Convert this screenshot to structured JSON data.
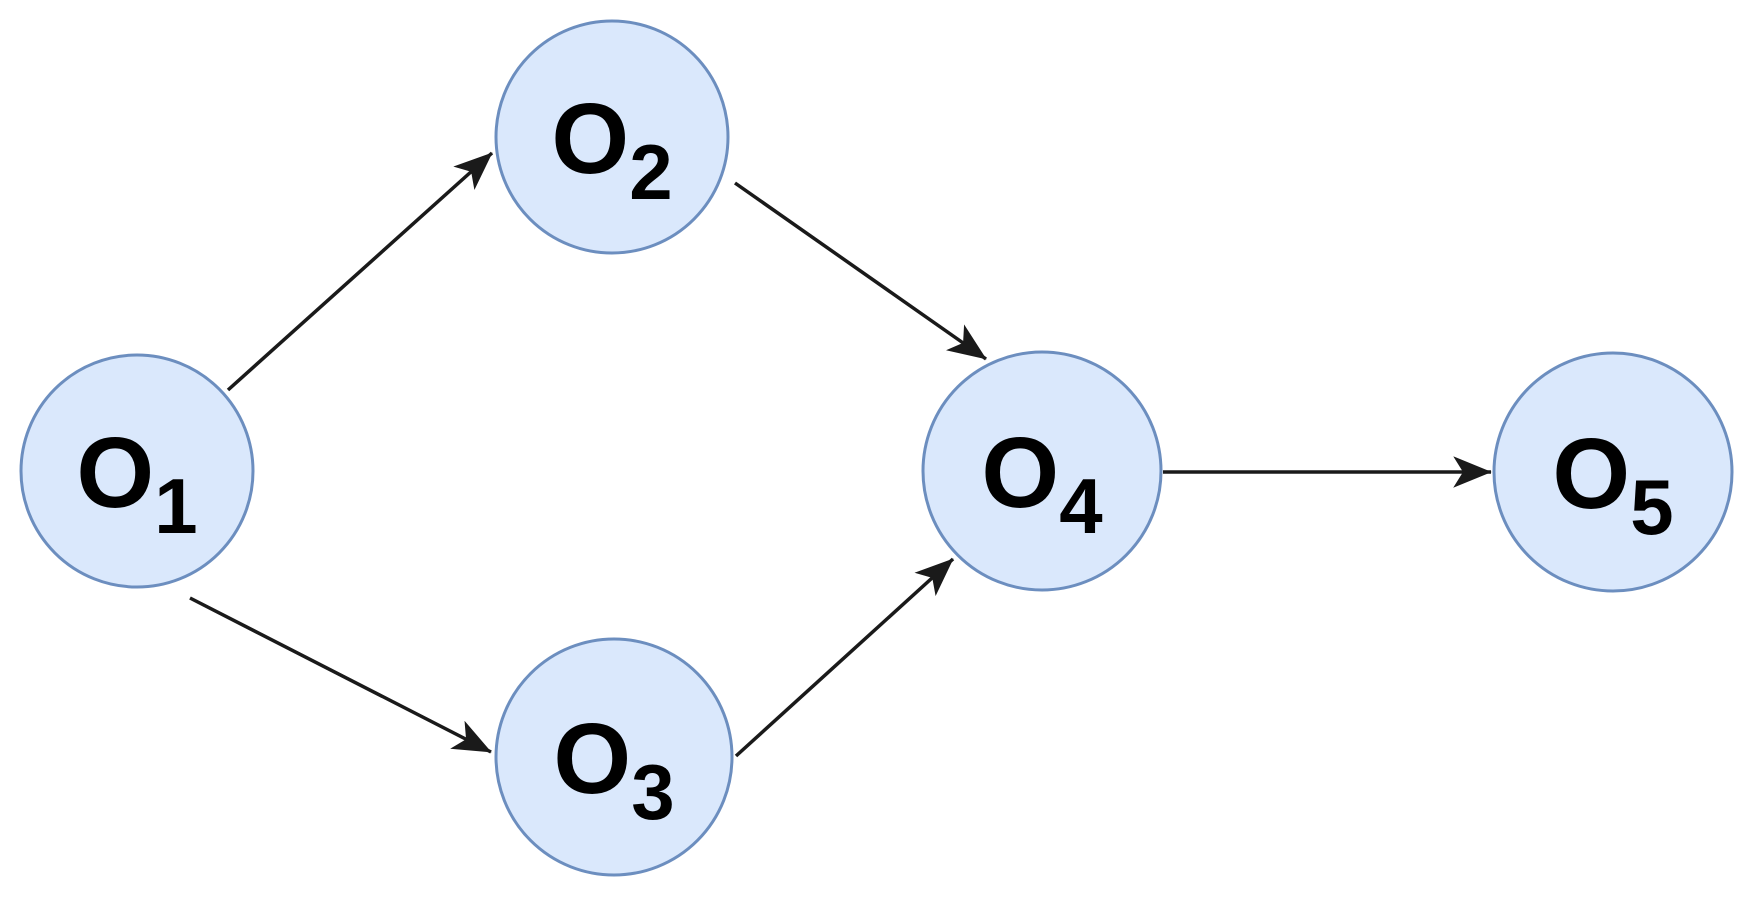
{
  "diagram": {
    "type": "directed-graph",
    "background_color": "#ffffff",
    "node_fill_color": "#dae8fc",
    "node_stroke_color": "#6c8ebf",
    "edge_color": "#1a1a1a",
    "label_color": "#000000",
    "nodes": [
      {
        "id": "O1",
        "label_base": "O",
        "label_sub": "1"
      },
      {
        "id": "O2",
        "label_base": "O",
        "label_sub": "2"
      },
      {
        "id": "O3",
        "label_base": "O",
        "label_sub": "3"
      },
      {
        "id": "O4",
        "label_base": "O",
        "label_sub": "4"
      },
      {
        "id": "O5",
        "label_base": "O",
        "label_sub": "5"
      }
    ],
    "edges": [
      {
        "from": "O1",
        "to": "O2"
      },
      {
        "from": "O1",
        "to": "O3"
      },
      {
        "from": "O2",
        "to": "O4"
      },
      {
        "from": "O3",
        "to": "O4"
      },
      {
        "from": "O4",
        "to": "O5"
      }
    ]
  }
}
